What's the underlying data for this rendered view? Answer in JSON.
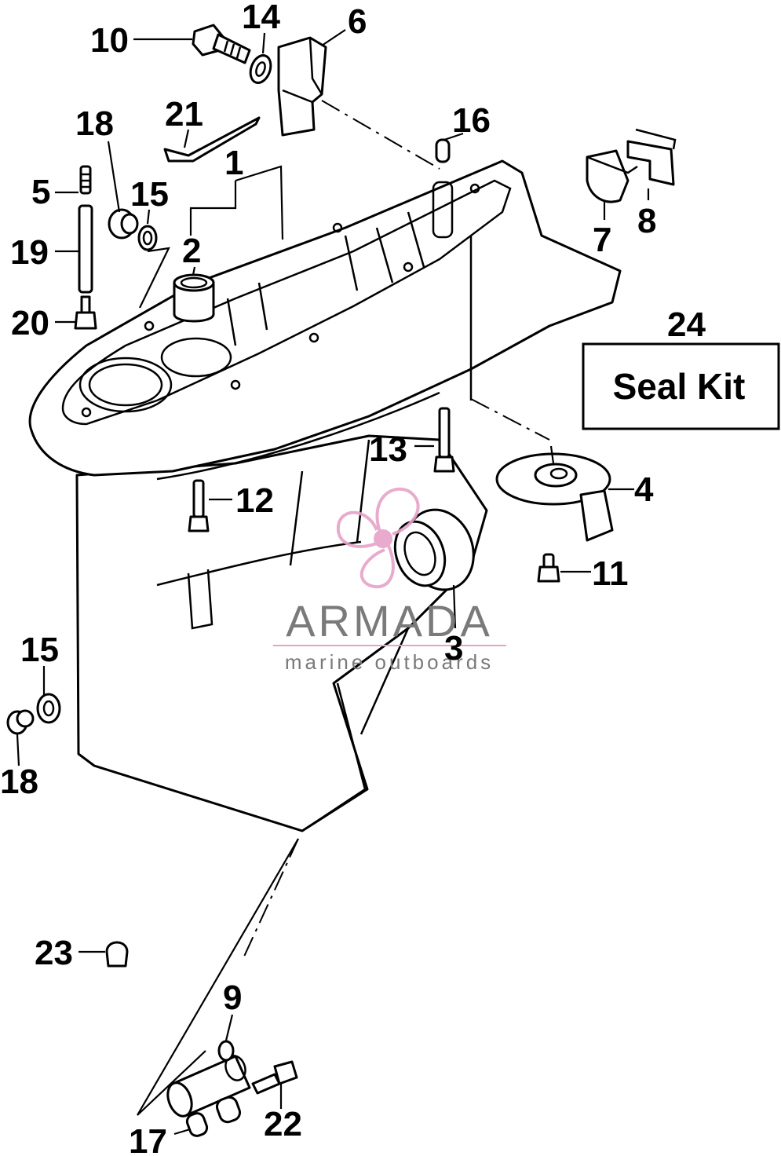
{
  "callouts": [
    {
      "id": "1",
      "text": "1"
    },
    {
      "id": "2",
      "text": "2"
    },
    {
      "id": "3",
      "text": "3"
    },
    {
      "id": "4",
      "text": "4"
    },
    {
      "id": "5",
      "text": "5"
    },
    {
      "id": "6",
      "text": "6"
    },
    {
      "id": "7",
      "text": "7"
    },
    {
      "id": "8",
      "text": "8"
    },
    {
      "id": "9",
      "text": "9"
    },
    {
      "id": "10",
      "text": "10"
    },
    {
      "id": "11",
      "text": "11"
    },
    {
      "id": "12",
      "text": "12"
    },
    {
      "id": "13",
      "text": "13"
    },
    {
      "id": "14",
      "text": "14"
    },
    {
      "id": "15a",
      "text": "15"
    },
    {
      "id": "15b",
      "text": "15"
    },
    {
      "id": "16",
      "text": "16"
    },
    {
      "id": "17",
      "text": "17"
    },
    {
      "id": "18a",
      "text": "18"
    },
    {
      "id": "18b",
      "text": "18"
    },
    {
      "id": "19",
      "text": "19"
    },
    {
      "id": "20",
      "text": "20"
    },
    {
      "id": "21",
      "text": "21"
    },
    {
      "id": "22",
      "text": "22"
    },
    {
      "id": "23",
      "text": "23"
    },
    {
      "id": "24",
      "text": "24"
    }
  ],
  "seal_kit": {
    "label": "Seal Kit"
  },
  "watermark": {
    "brand": "ARMADA",
    "tagline": "marine outboards",
    "brand_color": "#7a7a7a",
    "logo_color": "#e6a3c8"
  }
}
